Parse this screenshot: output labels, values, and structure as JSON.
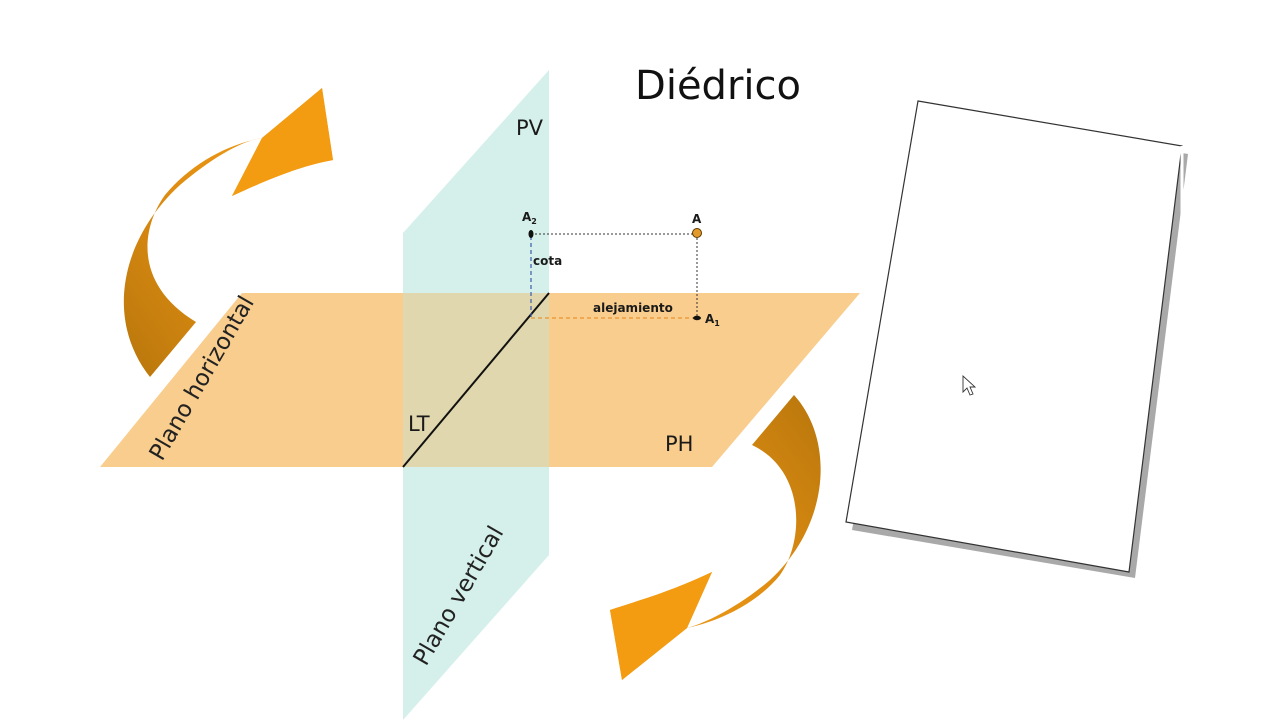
{
  "title": "Diédrico",
  "planes": {
    "vertical_label": "PV",
    "horizontal_label": "PH",
    "ground_line_label": "LT",
    "vertical_name": "Plano vertical",
    "horizontal_name": "Plano horizontal"
  },
  "point": {
    "label": "A",
    "projection_vertical": {
      "base": "A",
      "sub": "2"
    },
    "projection_horizontal": {
      "base": "A",
      "sub": "1"
    }
  },
  "measures": {
    "height": "cota",
    "depth": "alejamiento"
  },
  "icons": [
    "curved-arrow-icon",
    "mouse-cursor-icon"
  ],
  "colors": {
    "horizontal_plane": "#f8cd8d",
    "vertical_plane": "#d5f0ea",
    "arrow_light": "#f39c12",
    "arrow_dark": "#c47d0e",
    "point_fill": "#e29a2a"
  }
}
